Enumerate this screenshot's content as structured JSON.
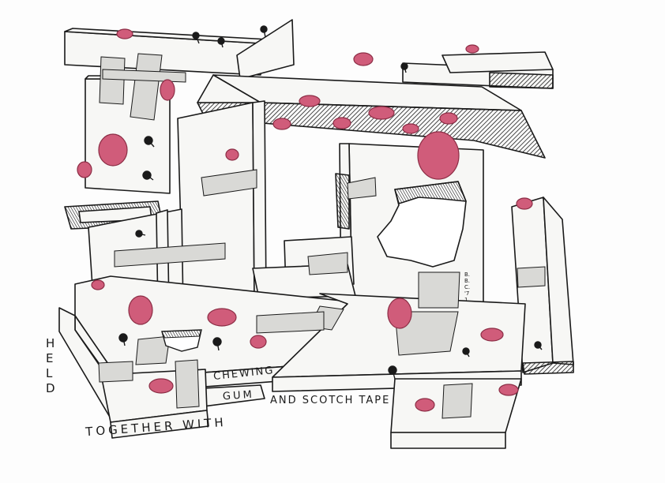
{
  "caption": {
    "held": "HELD",
    "chewing": "CHEWING",
    "gum": "GUM",
    "and_scotch_tape": "AND SCOTCH TAPE",
    "together_with": "TOGETHER WITH"
  },
  "signature": "B.B.C. '71",
  "colors": {
    "ink": "#1a1a1a",
    "paper": "#fdfdfd",
    "board": "#f7f7f5",
    "tape": "#d9d9d6",
    "gum": "#d05c7a",
    "gum_edge": "#8c2d45"
  }
}
